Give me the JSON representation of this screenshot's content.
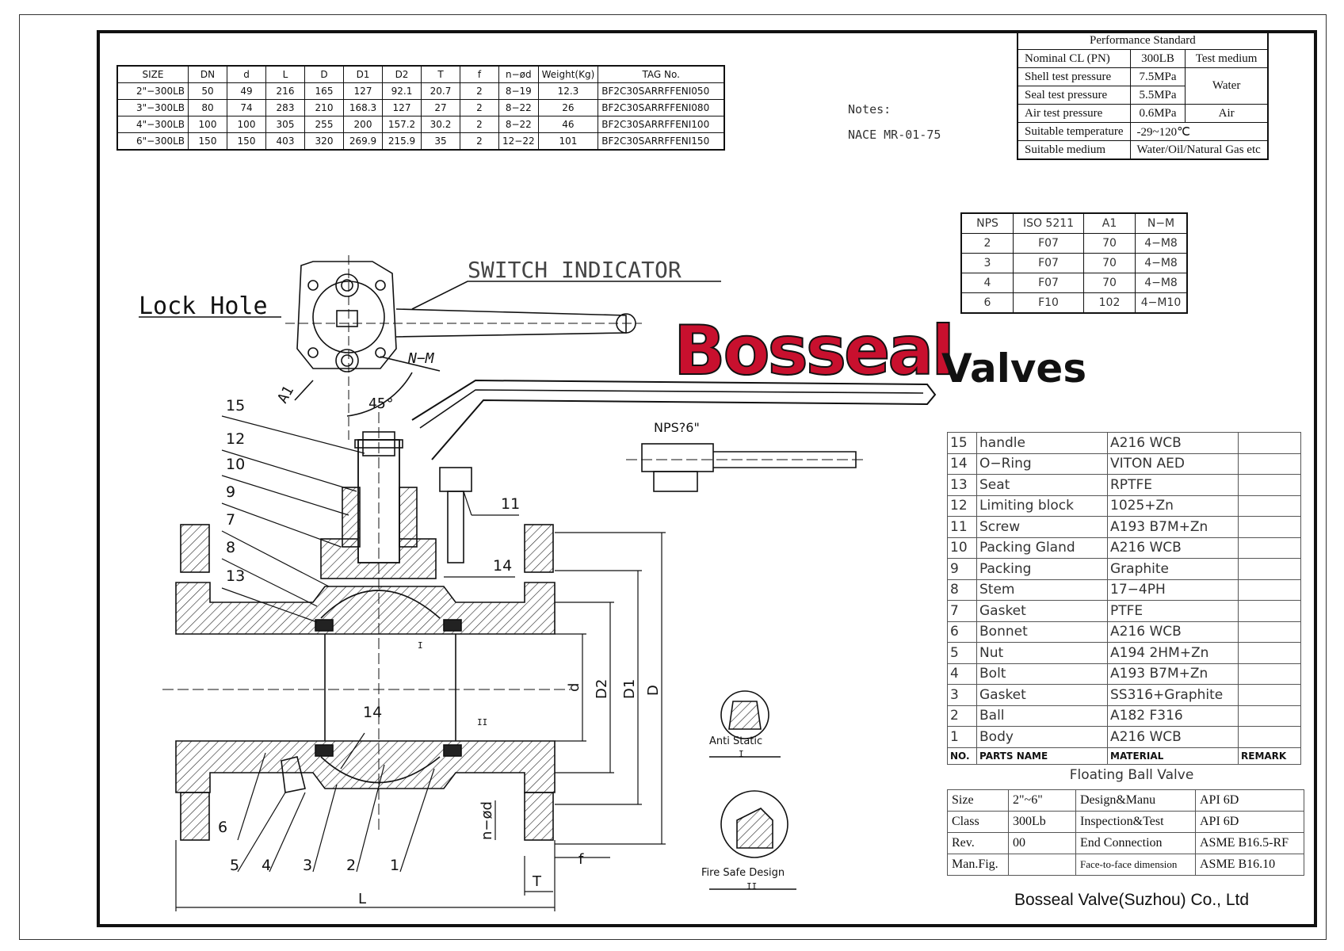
{
  "size_table": {
    "headers": [
      "SIZE",
      "DN",
      "d",
      "L",
      "D",
      "D1",
      "D2",
      "T",
      "f",
      "n−ød",
      "Weight(Kg)",
      "TAG No."
    ],
    "rows": [
      [
        "2\"−300LB",
        "50",
        "49",
        "216",
        "165",
        "127",
        "92.1",
        "20.7",
        "2",
        "8−19",
        "12.3",
        "BF2C30SARRFFENI050"
      ],
      [
        "3\"−300LB",
        "80",
        "74",
        "283",
        "210",
        "168.3",
        "127",
        "27",
        "2",
        "8−22",
        "26",
        "BF2C30SARRFFENI080"
      ],
      [
        "4\"−300LB",
        "100",
        "100",
        "305",
        "255",
        "200",
        "157.2",
        "30.2",
        "2",
        "8−22",
        "46",
        "BF2C30SARRFFENI100"
      ],
      [
        "6\"−300LB",
        "150",
        "150",
        "403",
        "320",
        "269.9",
        "215.9",
        "35",
        "2",
        "12−22",
        "101",
        "BF2C30SARRFFENI150"
      ]
    ]
  },
  "notes": {
    "label": "Notes:",
    "value": "NACE MR-01-75"
  },
  "performance": {
    "title": "Performance Standard",
    "rows": [
      {
        "label": "Nominal CL (PN)",
        "value": "300LB",
        "medium": "Test medium"
      },
      {
        "label": "Shell test pressure",
        "value": "7.5MPa"
      },
      {
        "label": "Seal test pressure",
        "value": "5.5MPa"
      },
      {
        "label": "Air test pressure",
        "value": "0.6MPa",
        "medium": "Air"
      },
      {
        "label": "Suitable temperature",
        "value": "-29~120℃"
      },
      {
        "label": "Suitable medium",
        "value": "Water/Oil/Natural Gas etc"
      }
    ],
    "water": "Water"
  },
  "nps_table": {
    "headers": [
      "NPS",
      "ISO 5211",
      "A1",
      "N−M"
    ],
    "rows": [
      [
        "2",
        "F07",
        "70",
        "4−M8"
      ],
      [
        "3",
        "F07",
        "70",
        "4−M8"
      ],
      [
        "4",
        "F07",
        "70",
        "4−M8"
      ],
      [
        "6",
        "F10",
        "102",
        "4−M10"
      ]
    ]
  },
  "drawing_labels": {
    "lock_hole": "Lock  Hole",
    "switch_indicator": "SWITCH INDICATOR",
    "nm": "N−M",
    "a1": "A1",
    "angle": "45°",
    "nps6": "NPS?6\"",
    "anti_static": "Anti Static",
    "anti_static_ref": "I",
    "fire_safe": "Fire Safe Design",
    "fire_safe_ref": "II",
    "dims": {
      "d": "d",
      "D2": "D2",
      "D1": "D1",
      "D": "D",
      "L": "L",
      "T": "T",
      "f": "f",
      "nd": "n−ød"
    },
    "balloons": [
      "15",
      "12",
      "10",
      "9",
      "7",
      "8",
      "13",
      "11",
      "14",
      "14",
      "6",
      "5",
      "4",
      "3",
      "2",
      "1"
    ],
    "detail_I": "I",
    "detail_II": "II"
  },
  "logo": {
    "word1": "Bosseal",
    "word2": "Valves",
    "color": "#c8102e"
  },
  "parts": [
    {
      "no": "15",
      "name": "handle",
      "material": "A216  WCB"
    },
    {
      "no": "14",
      "name": "O−Ring",
      "material": "VITON  AED"
    },
    {
      "no": "13",
      "name": "Seat",
      "material": "RPTFE"
    },
    {
      "no": "12",
      "name": "Limiting block",
      "material": "1025+Zn"
    },
    {
      "no": "11",
      "name": "Screw",
      "material": "A193  B7M+Zn"
    },
    {
      "no": "10",
      "name": "Packing Gland",
      "material": "A216  WCB"
    },
    {
      "no": "9",
      "name": "Packing",
      "material": "Graphite"
    },
    {
      "no": "8",
      "name": "Stem",
      "material": "17−4PH"
    },
    {
      "no": "7",
      "name": "Gasket",
      "material": "PTFE"
    },
    {
      "no": "6",
      "name": "Bonnet",
      "material": "A216  WCB"
    },
    {
      "no": "5",
      "name": "Nut",
      "material": "A194  2HM+Zn"
    },
    {
      "no": "4",
      "name": "Bolt",
      "material": "A193  B7M+Zn"
    },
    {
      "no": "3",
      "name": "Gasket",
      "material": "SS316+Graphite"
    },
    {
      "no": "2",
      "name": "Ball",
      "material": "A182  F316"
    },
    {
      "no": "1",
      "name": "Body",
      "material": "A216  WCB"
    }
  ],
  "parts_header": {
    "no": "NO.",
    "name": "PARTS NAME",
    "material": "MATERIAL",
    "remark": "REMARK"
  },
  "product_name": "Floating Ball Valve",
  "spec": [
    [
      "Size",
      "2\"~6\"",
      "Design&Manu",
      "API 6D"
    ],
    [
      "Class",
      "300Lb",
      "Inspection&Test",
      "API 6D"
    ],
    [
      "Rev.",
      "00",
      "End Connection",
      "ASME B16.5-RF"
    ],
    [
      "Man.Fig.",
      "",
      "Face-to-face dimension",
      "ASME B16.10"
    ]
  ],
  "company": "Bosseal Valve(Suzhou) Co., Ltd"
}
